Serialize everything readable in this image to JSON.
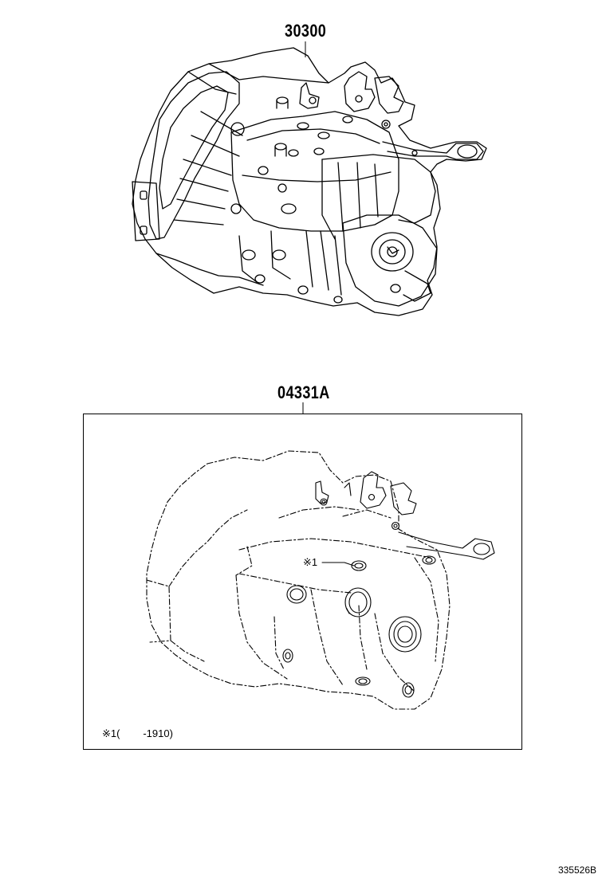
{
  "parts": {
    "transaxle_assy": "30300",
    "gasket_kit": "04331A"
  },
  "callout": {
    "label": "※1"
  },
  "footnote": {
    "mark": "※1",
    "text": "(        -1910)"
  },
  "diagram_id": "335526B"
}
